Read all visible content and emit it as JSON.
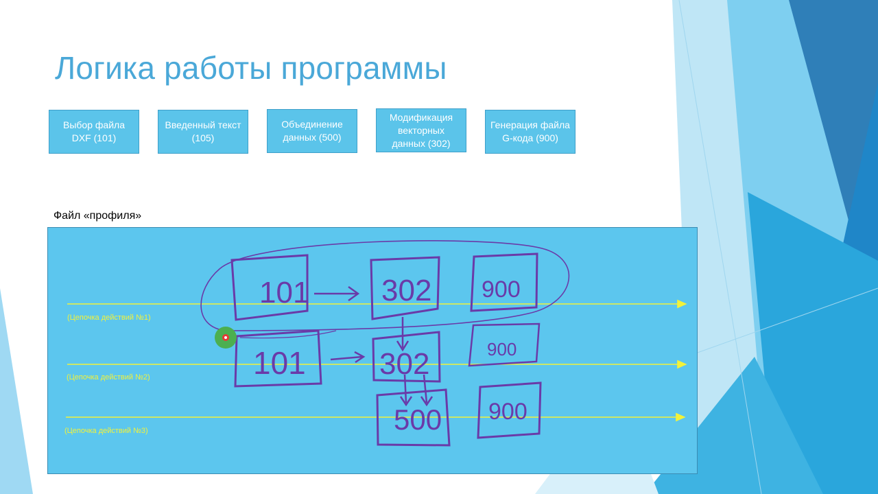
{
  "slide": {
    "title": "Логика работы программы",
    "steps": [
      "Выбор файла DXF (101)",
      "Введенный текст (105)",
      "Объединение данных (500)",
      "Модификация векторных данных (302)",
      "Генерация файла G-кода (900)"
    ],
    "file_label": "Файл «профиля»",
    "chains": [
      "(Цепочка действий №1)",
      "(Цепочка действий №2)",
      "(Цепочка действий №3)"
    ],
    "sketch_boxes": {
      "row1": [
        "101",
        "302",
        "900"
      ],
      "row2": [
        "101",
        "302",
        "900"
      ],
      "row3": [
        "500",
        "900"
      ]
    }
  },
  "colors": {
    "title": "#4aa8d8",
    "step_fill": "#5bc4ea",
    "panel_fill": "#5cc6ee",
    "chain_arrow": "#f2f23a",
    "sketch_ink": "#6a3aa8",
    "pointer": "#4caf50"
  }
}
